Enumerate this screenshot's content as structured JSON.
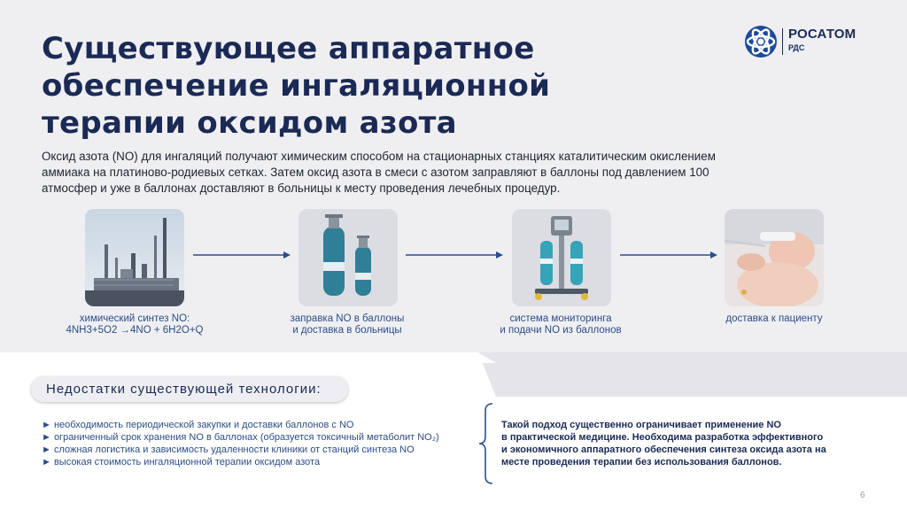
{
  "slide": {
    "title_lines": [
      "Существующее аппаратное",
      "обеспечение ингаляционной",
      "терапии оксидом азота"
    ],
    "intro_lines": [
      "Оксид азота (NO) для ингаляций получают химическим способом на стационарных станциях каталитическим окислением",
      "аммиака на платиново-родиевых сетках. Затем оксид азота в смеси с азотом заправляют в баллоны под давлением 100",
      "атмосфер и уже в баллонах доставляют в больницы к месту проведения лечебных процедур."
    ],
    "page_number": "6"
  },
  "logo": {
    "name": "РОСАТОМ",
    "sub": "РДС",
    "icon": "rosatom-atom-icon"
  },
  "steps": [
    {
      "icon": "chemical-plant-photo",
      "lines": [
        "химический синтез NO:",
        "4NH3+5O2 →4NO + 6H2O+Q"
      ]
    },
    {
      "icon": "gas-cylinders-photo",
      "lines": [
        "заправка NO в баллоны",
        "и доставка в больницы"
      ]
    },
    {
      "icon": "monitoring-system-photo",
      "lines": [
        "система мониторинга",
        "и подачи NO из баллонов"
      ]
    },
    {
      "icon": "newborn-patient-photo",
      "lines": [
        "доставка к пациенту"
      ]
    }
  ],
  "drawbacks": {
    "heading": "Недостатки существующей технологии:",
    "items": [
      "► необходимость периодической закупки и доставки баллонов с NO",
      "► ограниченный срок  хранения NO в баллонах (образуется токсичный метаболит NO₂)",
      "► сложная логистика и зависимость удаленности клиники от станций синтеза NO",
      "► высокая стоимость ингаляционной терапии оксидом азота"
    ]
  },
  "conclusion_lines": [
    "Такой подход существенно ограничивает применение NO",
    "в практической медицине. Необходима разработка эффективного",
    "и экономичного аппаратного обеспечения синтеза оксида азота на",
    "месте проведения терапии без использования баллонов."
  ],
  "colors": {
    "title": "#1b2a55",
    "label": "#2c4d86",
    "arrow": "#2a4f8f",
    "panel": "#efeff2"
  }
}
